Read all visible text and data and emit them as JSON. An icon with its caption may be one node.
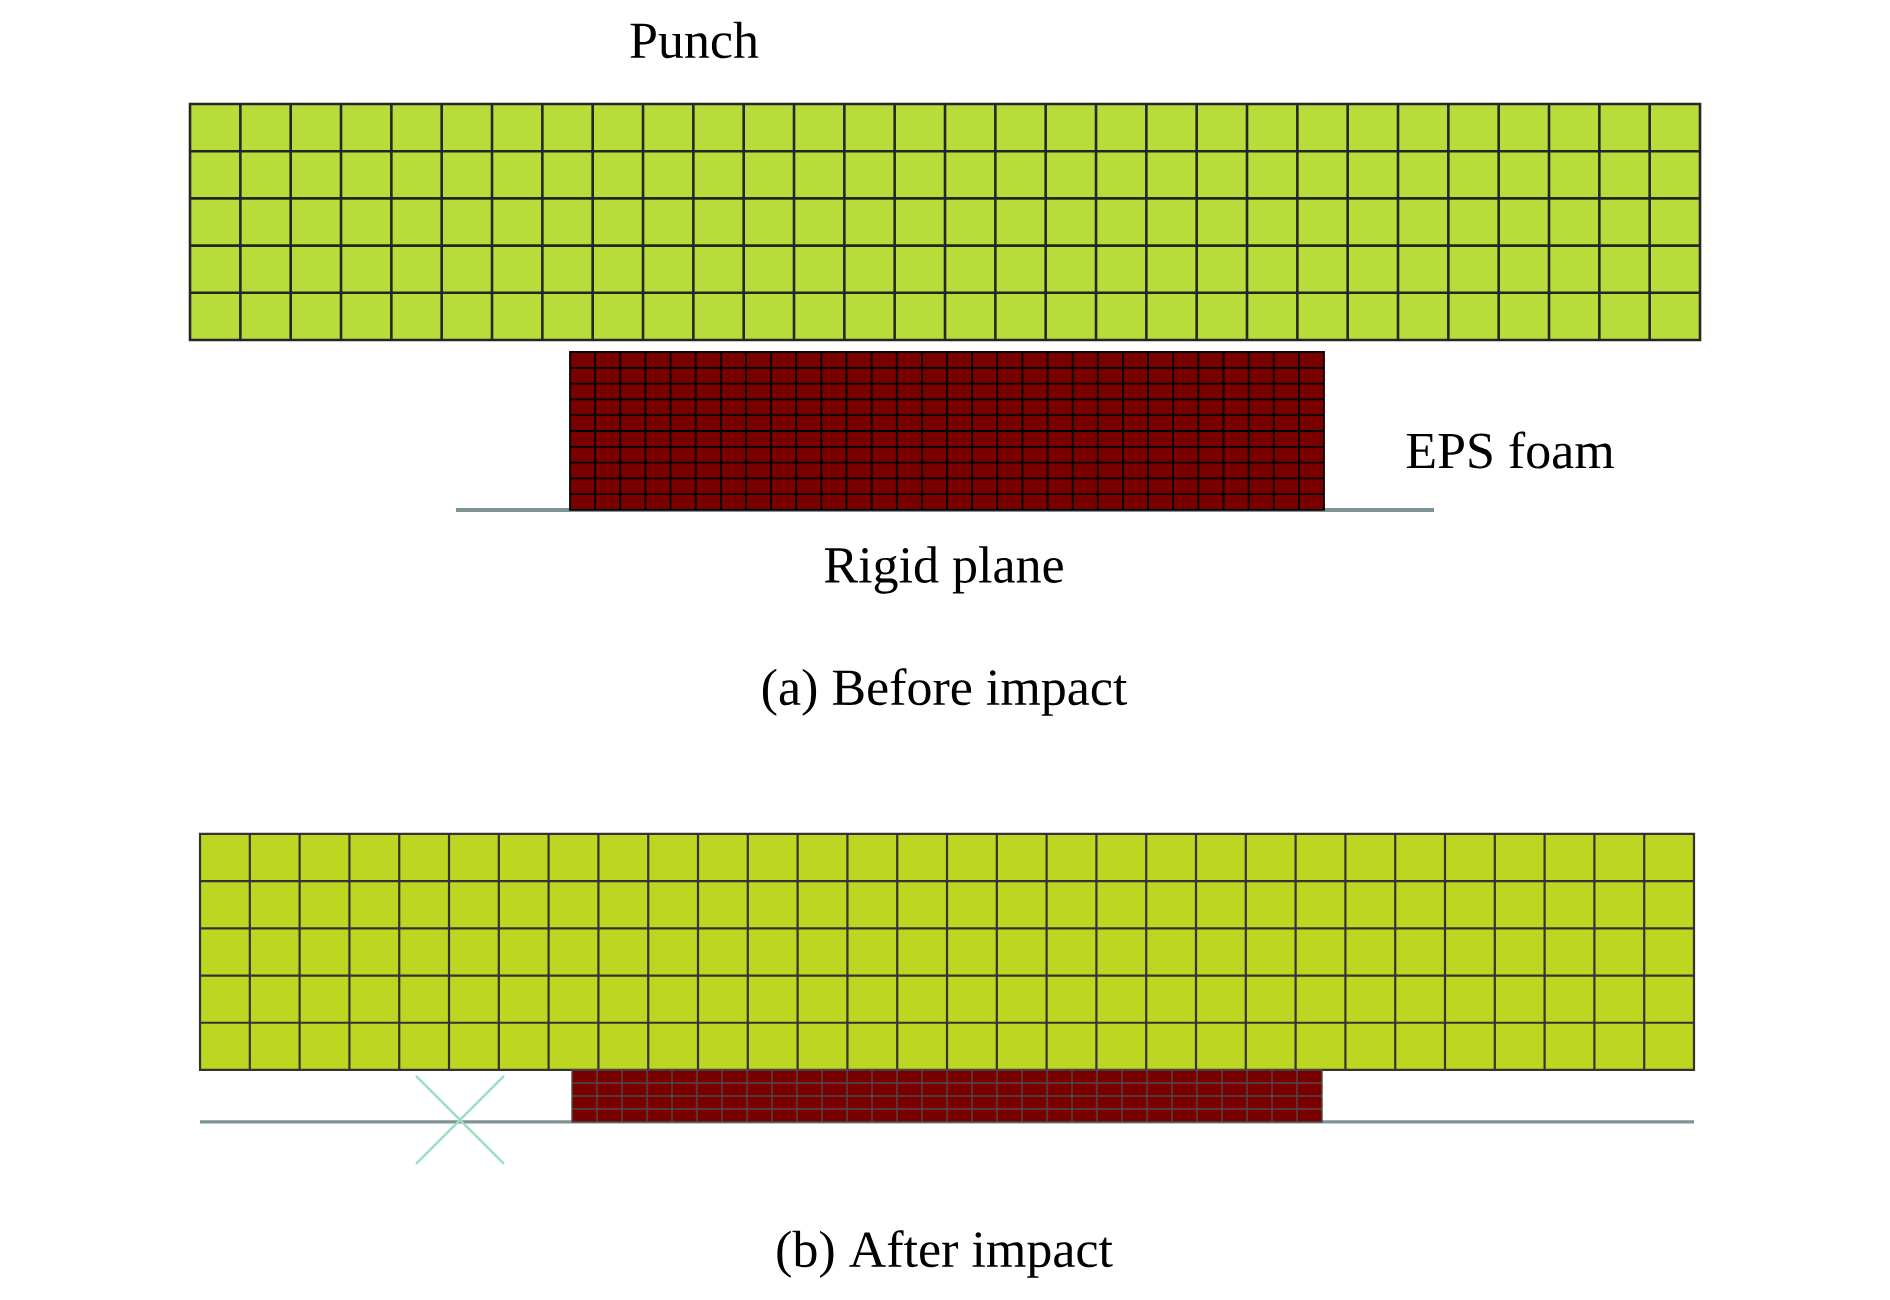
{
  "diagram": {
    "labels": [
      "Punch",
      "EPS foam",
      "Rigid plane",
      "(a) Before impact",
      "(b) After impact"
    ]
  }
}
